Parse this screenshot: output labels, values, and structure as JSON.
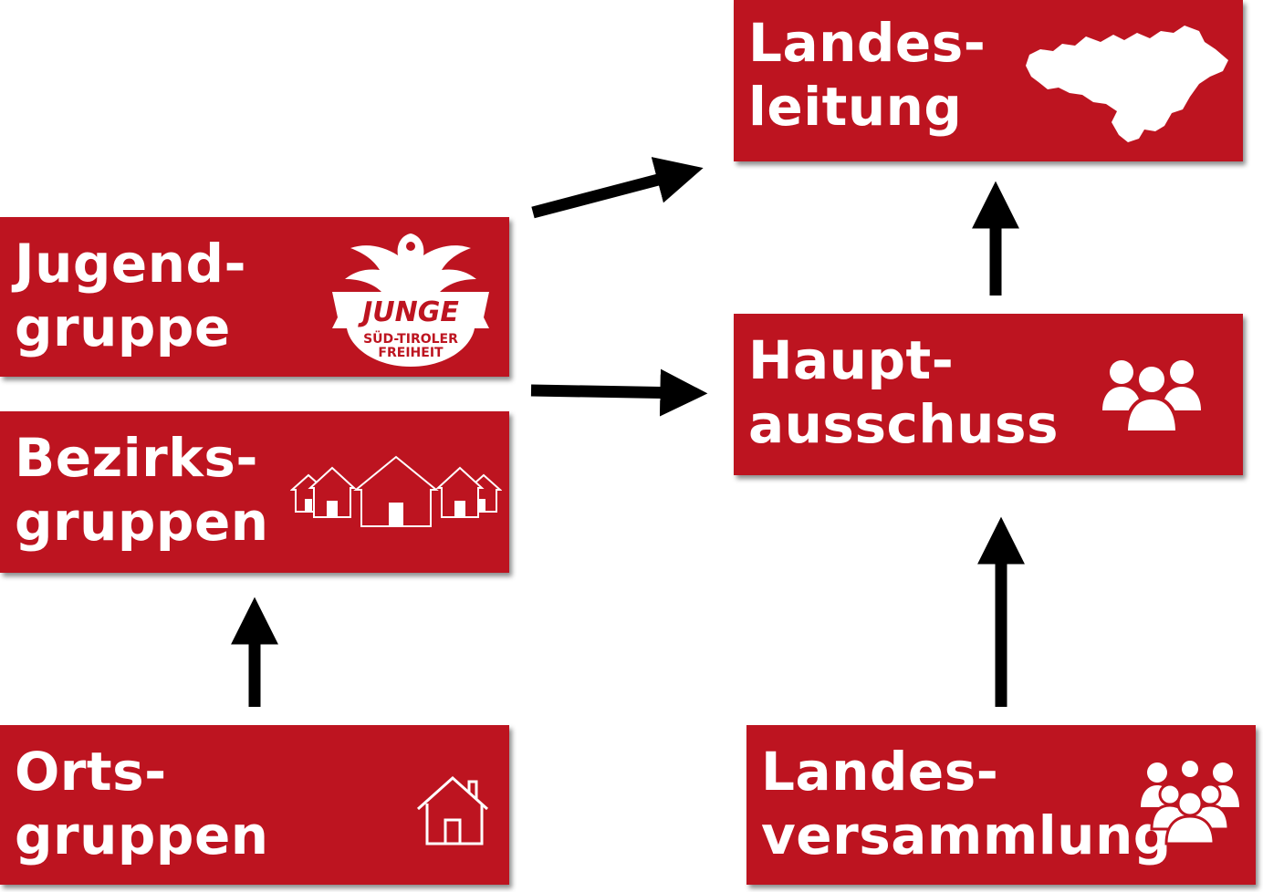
{
  "colors": {
    "box": "#bd1420",
    "text": "#ffffff",
    "arrow": "#000000"
  },
  "nodes": {
    "landesleitung": {
      "label": "Landes-\nleitung",
      "icon": "south-tyrol-map-icon"
    },
    "jugendgruppe": {
      "label": "Jugend-\ngruppe",
      "icon": "junge-sued-tiroler-freiheit-logo",
      "logo_text": {
        "word": "JUNGE",
        "line1": "SÜD-TIROLER",
        "line2": "FREIHEIT"
      }
    },
    "hauptausschuss": {
      "label": "Haupt-\nausschuss",
      "icon": "group-people-icon"
    },
    "bezirksgruppen": {
      "label": "Bezirks-\ngruppen",
      "icon": "houses-icon"
    },
    "ortsgruppen": {
      "label": "Orts-\ngruppen",
      "icon": "house-icon"
    },
    "landesversammlung": {
      "label": "Landes-\nversammlung",
      "icon": "crowd-people-icon"
    }
  },
  "edges": [
    {
      "from": "ortsgruppen",
      "to": "bezirksgruppen"
    },
    {
      "from": "jugendgruppe",
      "to": "landesleitung"
    },
    {
      "from": "bezirksgruppen",
      "to": "hauptausschuss"
    },
    {
      "from": "landesversammlung",
      "to": "hauptausschuss"
    },
    {
      "from": "hauptausschuss",
      "to": "landesleitung"
    }
  ]
}
